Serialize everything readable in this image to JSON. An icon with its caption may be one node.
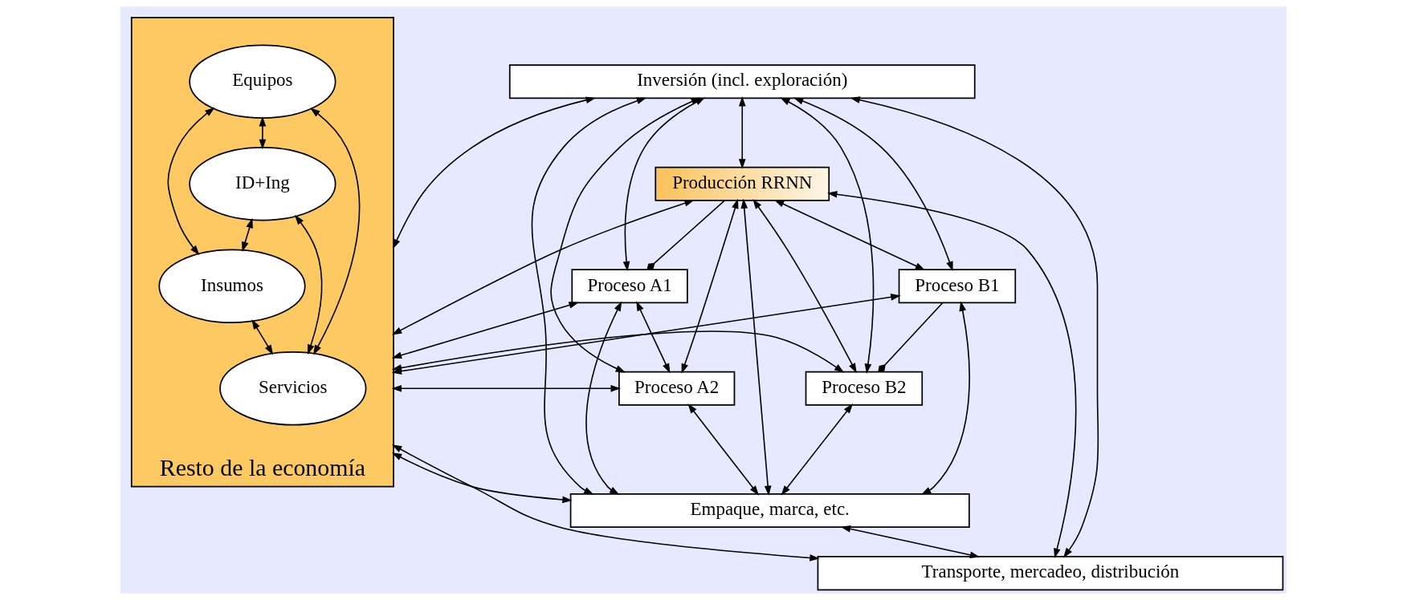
{
  "diagram": {
    "nodes": [
      {
        "text": [
          "Resto de la economía"
        ]
      },
      {
        "text": [
          "Equipos"
        ],
        "in": 0
      },
      {
        "text": [
          "Insumos"
        ],
        "in": 0
      },
      {
        "text": [
          "ID+Ing"
        ],
        "in": 0
      },
      {
        "text": [
          "Servicios"
        ],
        "in": 0
      },
      {
        "text": [
          "Inversión (incl. exploración)"
        ]
      },
      {
        "text": [
          "Producción RRNN"
        ]
      },
      {
        "text": [
          "Proceso A1"
        ]
      },
      {
        "text": [
          "Proceso B1"
        ]
      },
      {
        "text": [
          "Proceso B2"
        ]
      },
      {
        "text": [
          "Proceso A2"
        ]
      },
      {
        "text": [
          "Empaque, marca, etc."
        ]
      },
      {
        "text": [
          "Transporte, mercadeo, distribución"
        ]
      }
    ],
    "edges": [
      {
        "from": 1,
        "to": 2,
        "arrow": "both"
      },
      {
        "from": 1,
        "to": 3,
        "arrow": "both"
      },
      {
        "from": 2,
        "to": 4,
        "arrow": "both"
      },
      {
        "from": 3,
        "to": 4,
        "arrow": "both"
      },
      {
        "from": 1,
        "to": 4,
        "arrow": "both"
      },
      {
        "from": 3,
        "to": 2,
        "arrow": "both"
      },
      {
        "from": 0,
        "to": 5,
        "arrow": "both"
      },
      {
        "from": 0,
        "to": 6,
        "arrow": "both"
      },
      {
        "from": 0,
        "to": 7,
        "arrow": "both"
      },
      {
        "from": 0,
        "to": 8,
        "arrow": "both"
      },
      {
        "from": 0,
        "to": 9,
        "arrow": "both"
      },
      {
        "from": 0,
        "to": 10,
        "arrow": "both"
      },
      {
        "from": 0,
        "to": 11,
        "arrow": "both"
      },
      {
        "from": 0,
        "to": 12,
        "arrow": "both"
      },
      {
        "from": 5,
        "to": 6,
        "arrow": "both"
      },
      {
        "from": 5,
        "to": 7,
        "arrow": "both"
      },
      {
        "from": 5,
        "to": 10,
        "arrow": "both"
      },
      {
        "from": 5,
        "to": 8,
        "arrow": "both"
      },
      {
        "from": 5,
        "to": 9,
        "arrow": "both"
      },
      {
        "from": 5,
        "to": 11,
        "arrow": "both"
      },
      {
        "from": 5,
        "to": 12,
        "arrow": "both"
      },
      {
        "from": 6,
        "to": 7,
        "arrow": "other"
      },
      {
        "from": 6,
        "to": 8,
        "arrow": "both"
      },
      {
        "from": 6,
        "to": 9,
        "arrow": "both"
      },
      {
        "from": 6,
        "to": 12,
        "arrow": "both"
      },
      {
        "from": 6,
        "to": 11,
        "arrow": "both"
      },
      {
        "from": 6,
        "to": 10,
        "arrow": "both"
      },
      {
        "from": 7,
        "to": 11,
        "arrow": "both"
      },
      {
        "from": 7,
        "to": 10,
        "arrow": "both"
      },
      {
        "from": 8,
        "to": 11,
        "arrow": "both"
      },
      {
        "from": 8,
        "to": 9,
        "arrow": "other"
      },
      {
        "from": 10,
        "to": 11,
        "arrow": "both"
      },
      {
        "from": 9,
        "to": 11,
        "arrow": "both"
      },
      {
        "from": 11,
        "to": 12,
        "arrow": "both"
      }
    ]
  }
}
